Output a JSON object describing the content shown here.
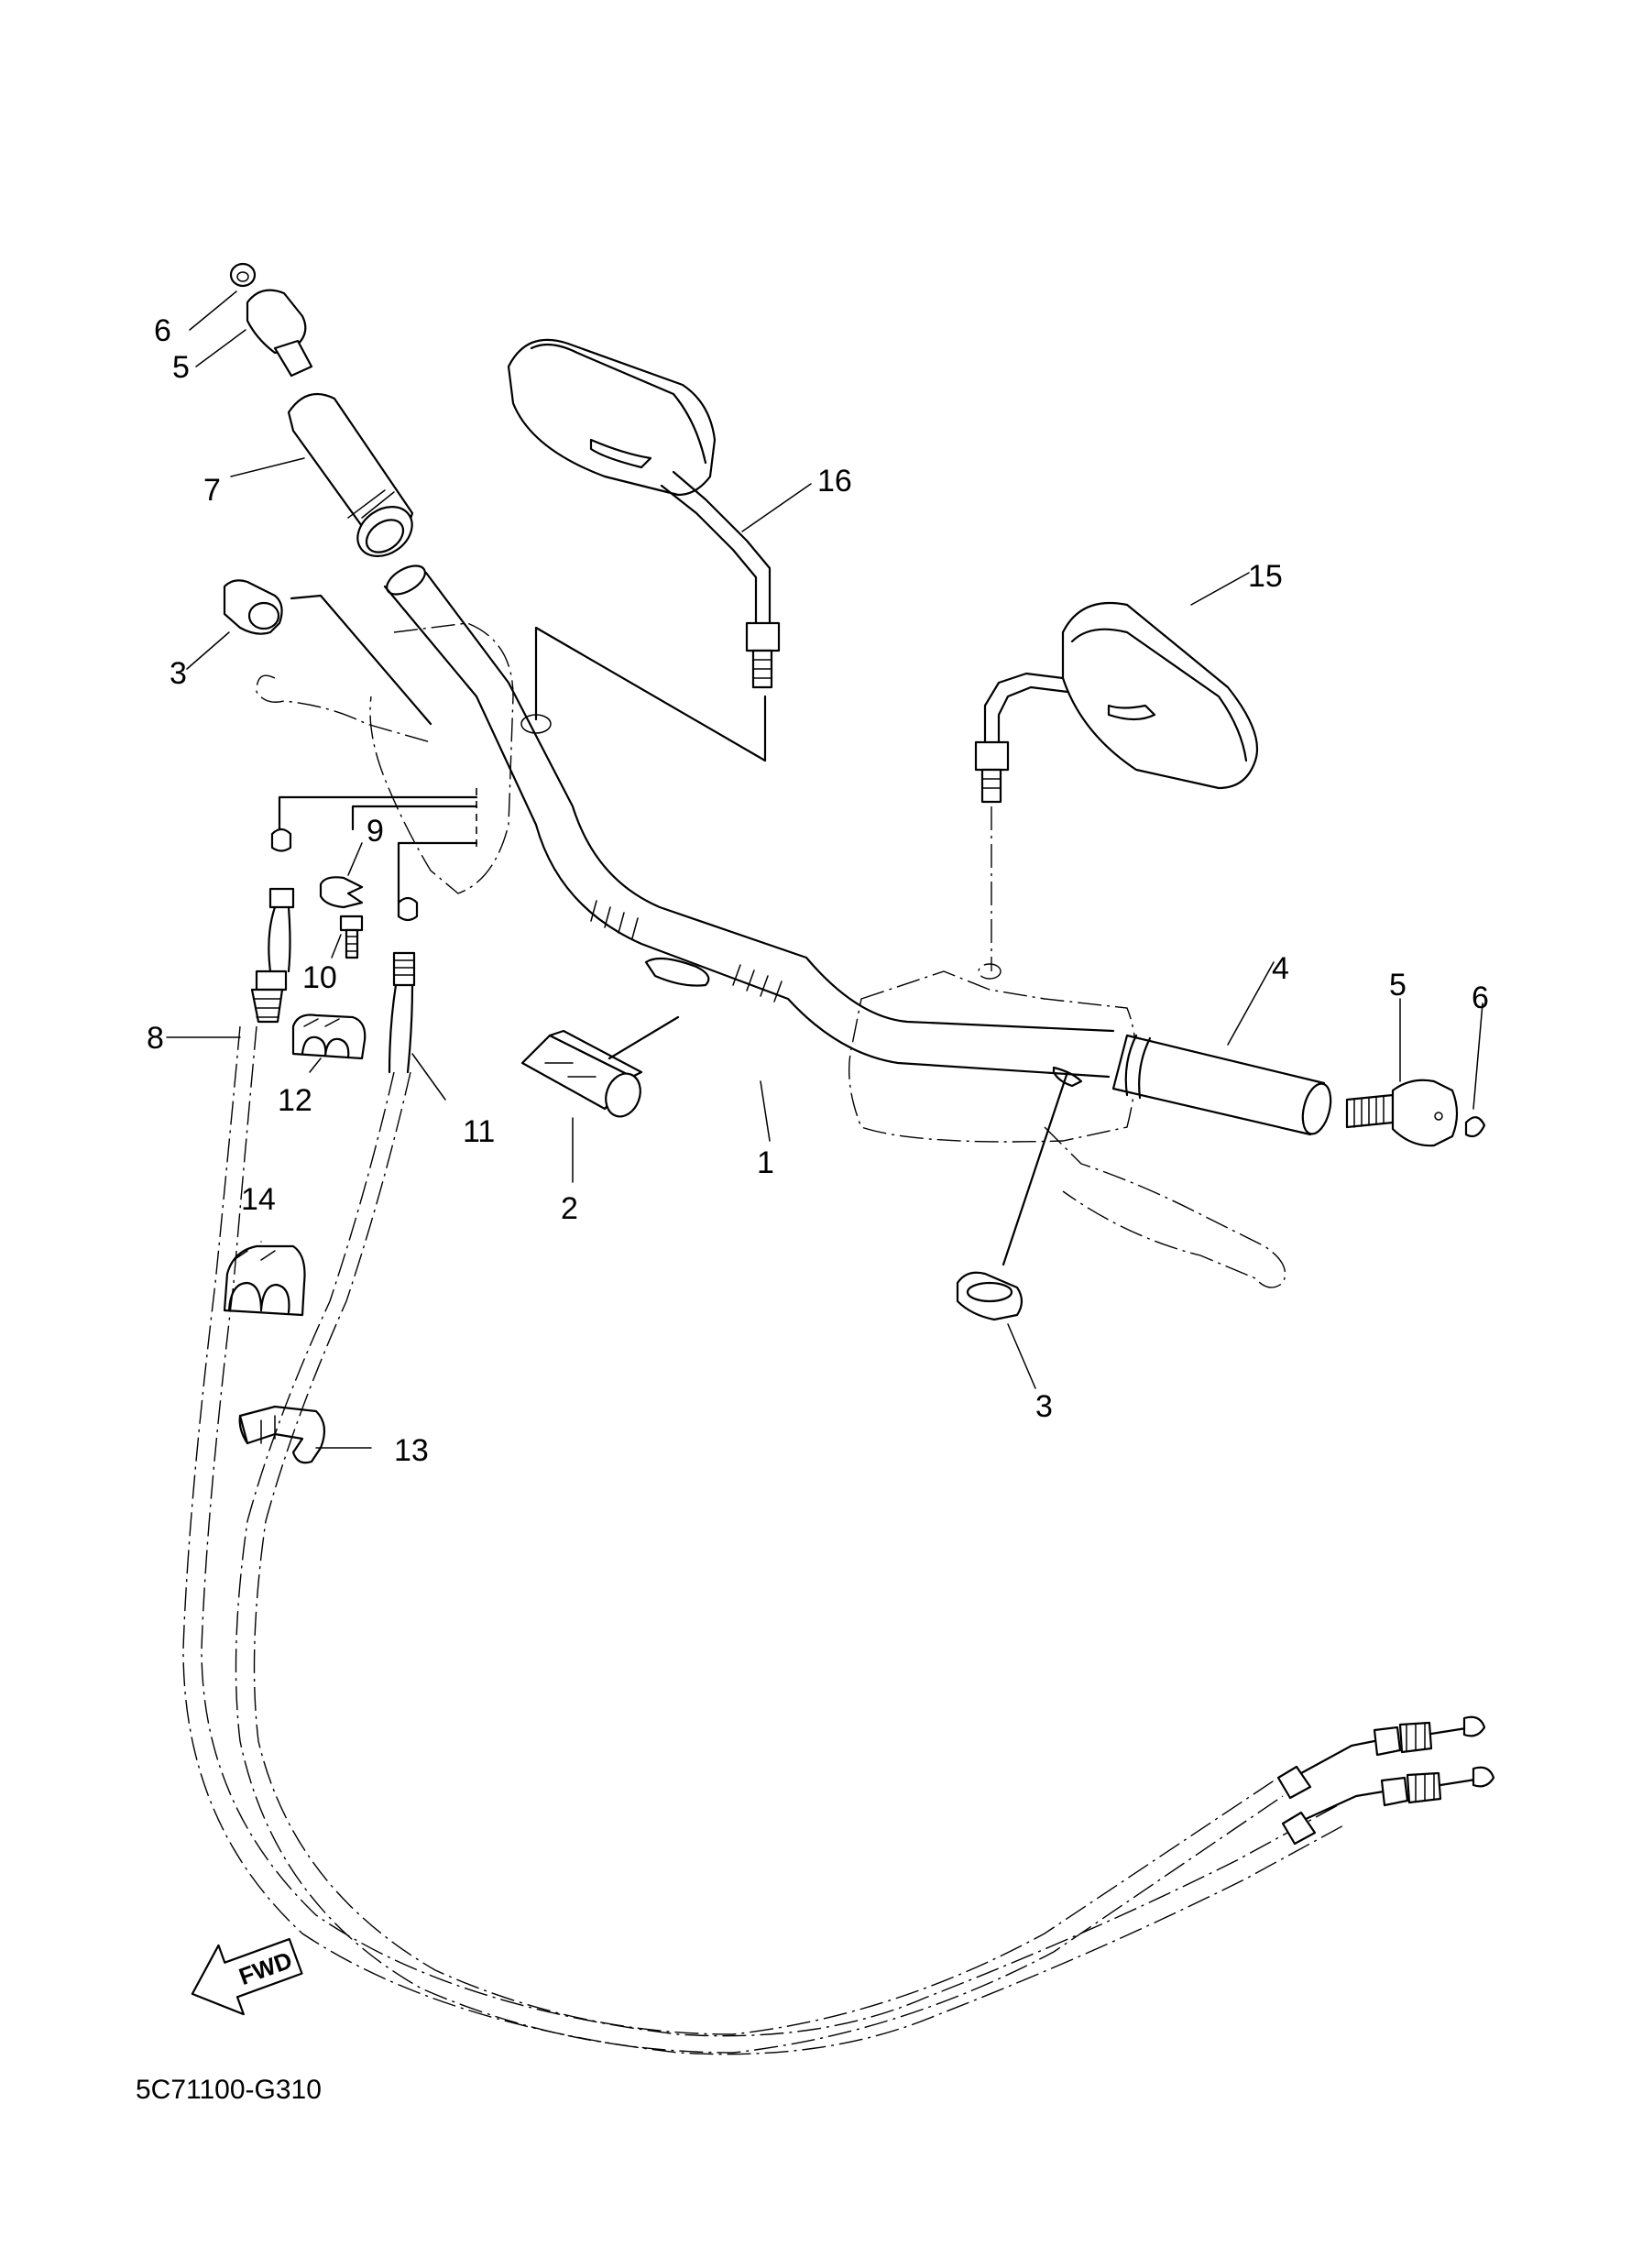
{
  "diagram": {
    "drawing_code": "5C71100-G310",
    "fwd_label": "FWD",
    "part_callouts": [
      "1",
      "2",
      "3",
      "3",
      "4",
      "5",
      "5",
      "6",
      "6",
      "7",
      "8",
      "9",
      "10",
      "11",
      "12",
      "13",
      "14",
      "15",
      "16"
    ]
  }
}
